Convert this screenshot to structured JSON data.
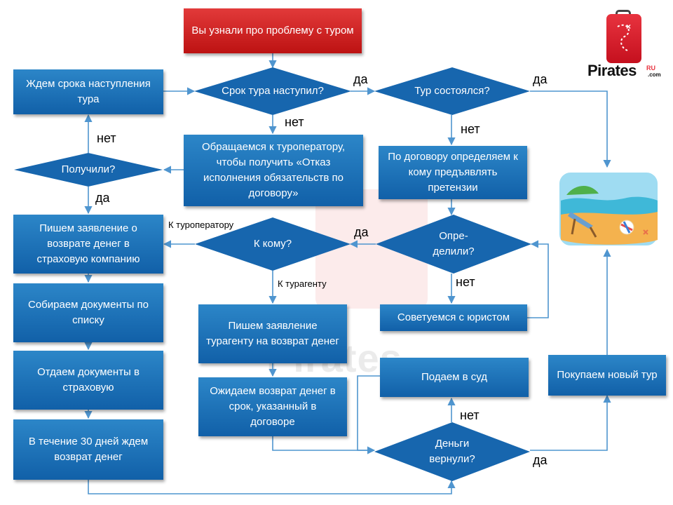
{
  "nodes": {
    "start": "Вы узнали про проблему с туром",
    "wait_tour": "Ждем срока наступления тура",
    "tour_started": "Срок тура наступил?",
    "tour_happened": "Тур состоялся?",
    "contact_operator": "Обращаемся к туроператору, чтобы получить «Отказ исполнения обязательств по договору»",
    "received": "Получили?",
    "insurance_claim": "Пишем заявление о возврате денег в страховую компанию",
    "to_whom": "К кому?",
    "claim_by_contract": "По договору определяем к кому предъявлять претензии",
    "determined": "Опре-делили?",
    "collect_docs": "Собираем документы по списку",
    "agent_claim": "Пишем заявление турагенту на возврат денег",
    "consult_lawyer": "Советуемся с юристом",
    "give_docs": "Отдаем документы в страховую",
    "court": "Подаем в суд",
    "new_tour": "Покупаем новый тур",
    "await_refund": "Ожидаем возврат денег в срок, указанный в договоре",
    "wait_30": "В течение 30 дней ждем возврат денег",
    "money_returned": "Деньги вернули?"
  },
  "labels": {
    "yes": "да",
    "no": "нет",
    "to_operator": "К туроператору",
    "to_agent": "К турагенту"
  },
  "logo": {
    "brand": "Pirates",
    "suffix": "RU",
    "domain": ".com"
  },
  "watermark": "Pirates",
  "colors": {
    "box_blue": "#1a6db5",
    "start_red": "#d42828",
    "connector": "#4f95cf"
  },
  "icons": [
    "suitcase-logo-icon",
    "beach-illustration"
  ]
}
